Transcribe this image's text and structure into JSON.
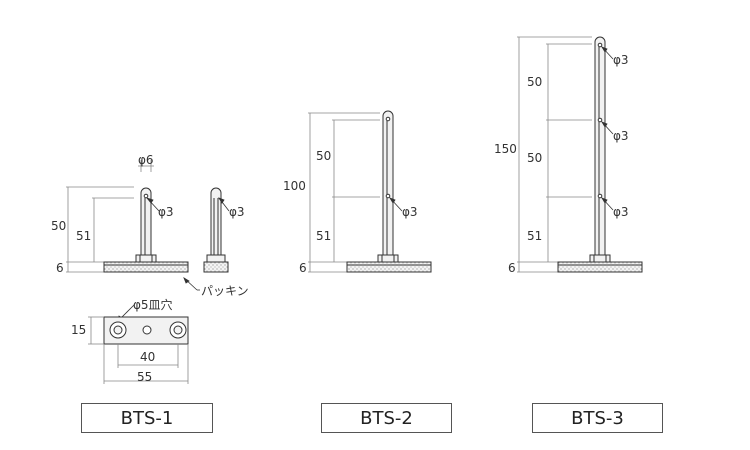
{
  "bts1": {
    "label": "BTS-1",
    "dims": {
      "total": "50",
      "lower": "51",
      "base": "6",
      "pin_width": "φ6",
      "hole": "φ3",
      "hole_side": "φ3",
      "gasket": "パッキン"
    },
    "plate": {
      "hole_label": "φ5皿穴",
      "height": "15",
      "pitch": "40",
      "width": "55"
    }
  },
  "bts2": {
    "label": "BTS-2",
    "dims": {
      "total": "100",
      "upper": "50",
      "lower": "51",
      "base": "6",
      "hole": "φ3"
    }
  },
  "bts3": {
    "label": "BTS-3",
    "dims": {
      "total": "150",
      "upper": "50",
      "middle": "50",
      "lower": "51",
      "base": "6",
      "hole_top": "φ3",
      "hole_mid": "φ3",
      "hole_low": "φ3"
    }
  },
  "colors": {
    "line": "#333333",
    "dim_line": "#888888",
    "part_fill": "#f2f2f2"
  }
}
